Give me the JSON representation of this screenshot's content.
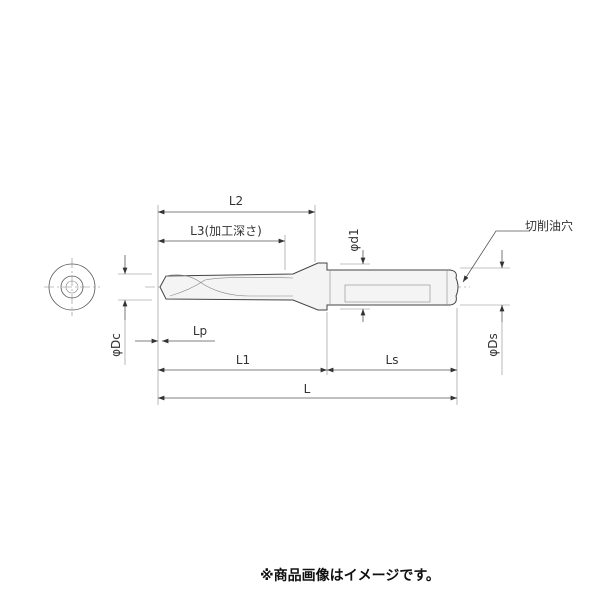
{
  "diagram": {
    "labels": {
      "L2": "L2",
      "L3": "L3(加工深さ)",
      "d1": "φd1",
      "oil_hole": "切削油穴",
      "Dc": "φDc",
      "Lp": "Lp",
      "L1": "L1",
      "Ls": "Ls",
      "L": "L",
      "Ds": "φDs"
    }
  },
  "footer": {
    "note": "※商品画像はイメージです。"
  }
}
